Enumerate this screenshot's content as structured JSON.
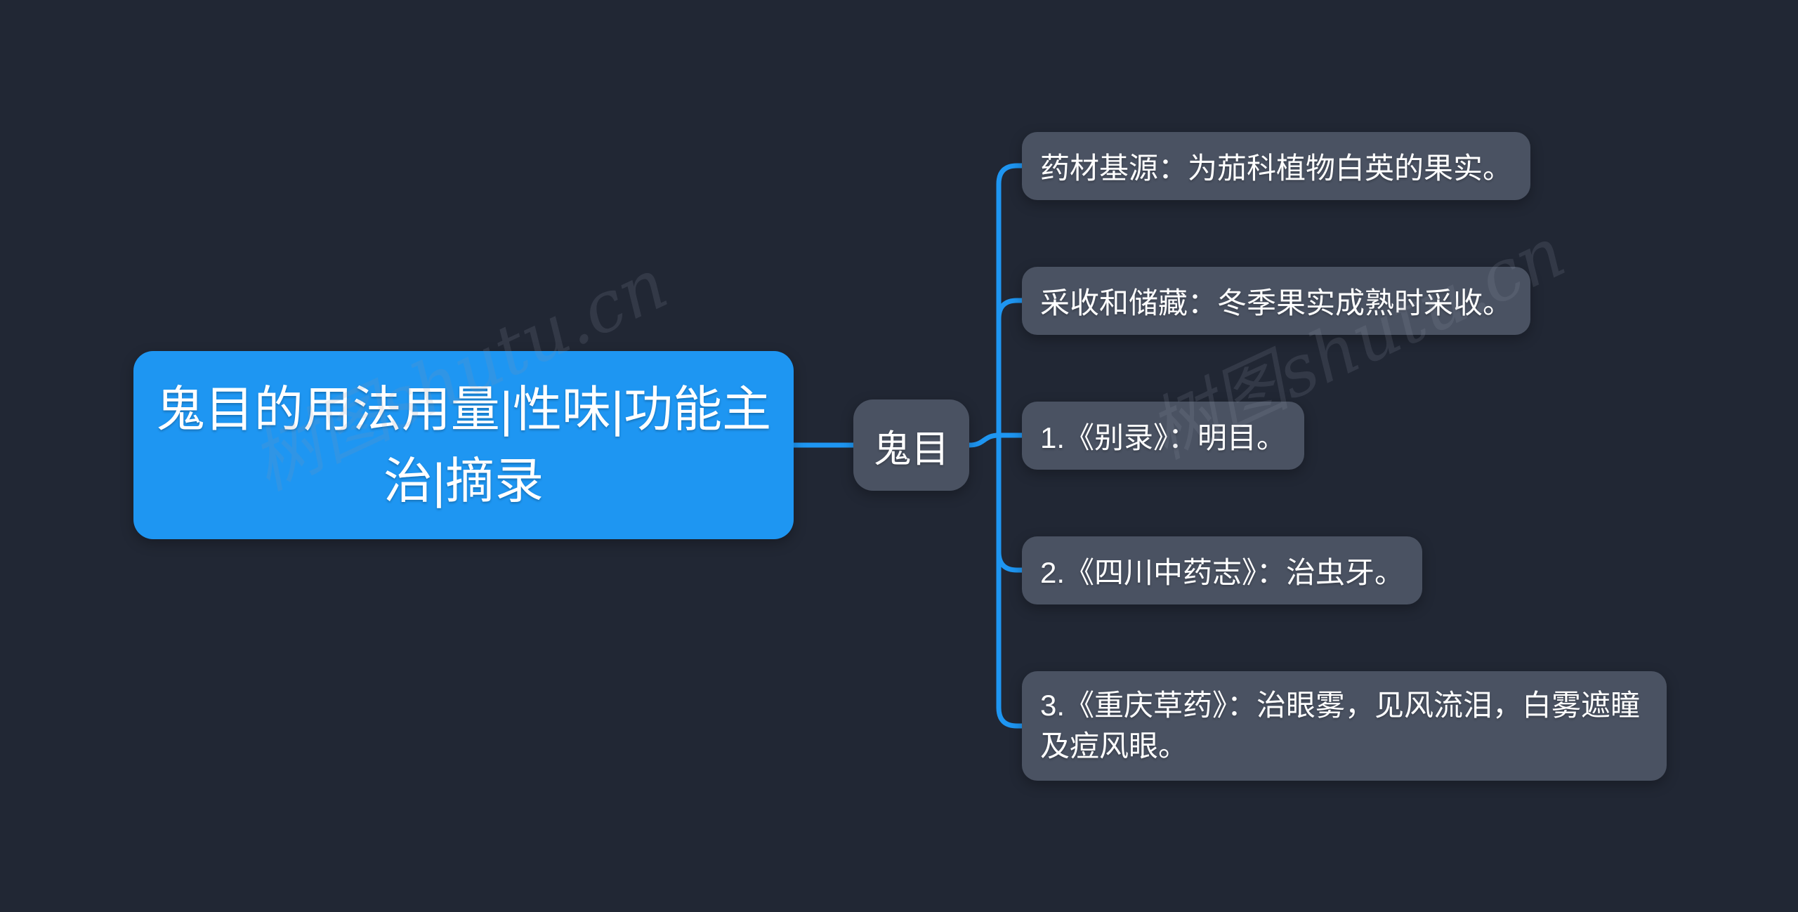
{
  "theme": {
    "background_color": "#212734",
    "accent_color": "#1E96F2",
    "branch_node_color": "#4A5262",
    "text_color": "#FFFFFF"
  },
  "watermark": {
    "text": "树图shutu.cn"
  },
  "mindmap": {
    "root": {
      "label": "鬼目的用法用量|性味|功能主治|摘录"
    },
    "center": {
      "label": "鬼目"
    },
    "children": [
      {
        "label": "药材基源：为茄科植物白英的果实。"
      },
      {
        "label": "采收和储藏：冬季果实成熟时采收。"
      },
      {
        "label": "1.《别录》：明目。"
      },
      {
        "label": "2.《四川中药志》：治虫牙。"
      },
      {
        "label": "3.《重庆草药》：治眼雾，见风流泪，白雾遮瞳及痘风眼。"
      }
    ]
  }
}
